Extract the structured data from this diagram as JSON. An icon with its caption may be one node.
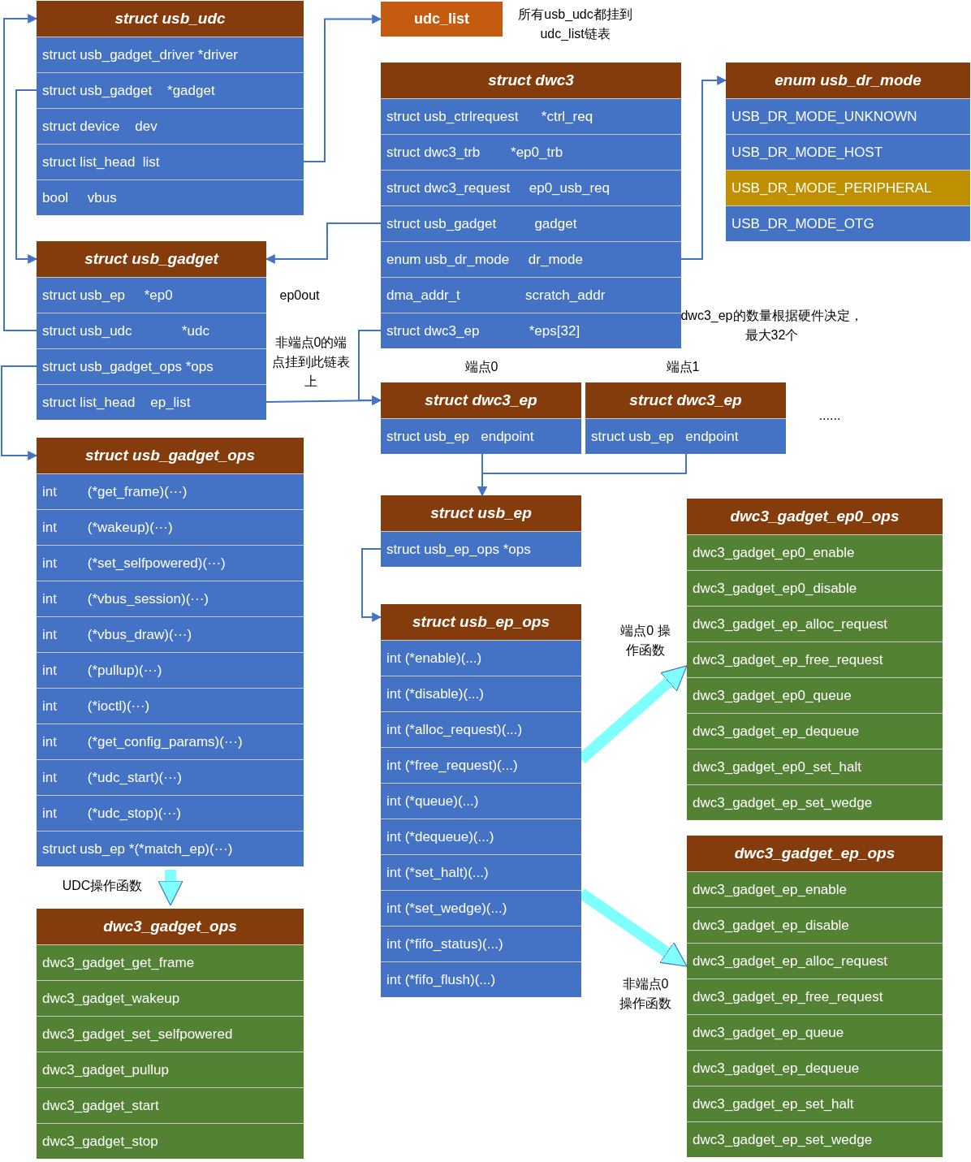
{
  "diagram": {
    "nodes": [
      {
        "text": [
          "struct usb_udc"
        ]
      },
      {
        "text": [
          "struct usb_gadget_driver *driver"
        ],
        "in": 0
      },
      {
        "text": [
          "struct usb_gadget    *gadget"
        ],
        "in": 0
      },
      {
        "text": [
          "struct device    dev"
        ],
        "in": 0
      },
      {
        "text": [
          "struct list_head  list"
        ],
        "in": 0
      },
      {
        "text": [
          "bool     vbus"
        ],
        "in": 0
      },
      {
        "text": [
          "udc_list"
        ],
        "beside": [
          "所有usb_udc都挂到udc_list链表"
        ]
      },
      {
        "text": [
          "struct dwc3"
        ]
      },
      {
        "text": [
          "struct usb_ctrlrequest      *ctrl_req"
        ],
        "in": 7
      },
      {
        "text": [
          "struct dwc3_trb        *ep0_trb"
        ],
        "in": 7
      },
      {
        "text": [
          "struct dwc3_request     ep0_usb_req"
        ],
        "in": 7
      },
      {
        "text": [
          "struct usb_gadget          gadget"
        ],
        "in": 7
      },
      {
        "text": [
          "enum usb_dr_mode     dr_mode"
        ],
        "in": 7
      },
      {
        "text": [
          "dma_addr_t                 scratch_addr"
        ],
        "in": 7
      },
      {
        "text": [
          "struct dwc3_ep             *eps[32]"
        ],
        "in": 7
      },
      {
        "text": [
          "enum usb_dr_mode"
        ]
      },
      {
        "text": [
          "USB_DR_MODE_UNKNOWN"
        ],
        "in": 15
      },
      {
        "text": [
          "USB_DR_MODE_HOST"
        ],
        "in": 15
      },
      {
        "text": [
          "USB_DR_MODE_PERIPHERAL"
        ],
        "in": 15
      },
      {
        "text": [
          "USB_DR_MODE_OTG"
        ],
        "in": 15
      },
      {
        "text": [
          "struct usb_gadget"
        ]
      },
      {
        "text": [
          "struct usb_ep     *ep0"
        ],
        "in": 20,
        "beside": [
          "ep0out"
        ]
      },
      {
        "text": [
          "struct usb_udc             *udc"
        ],
        "in": 20
      },
      {
        "text": [
          "struct usb_gadget_ops *ops"
        ],
        "in": 20
      },
      {
        "text": [
          "struct list_head    ep_list"
        ],
        "in": 20
      },
      {
        "text": [
          "struct dwc3_ep"
        ],
        "beside": [
          "端点0"
        ]
      },
      {
        "text": [
          "struct usb_ep   endpoint"
        ],
        "in": 25
      },
      {
        "text": [
          "struct dwc3_ep"
        ],
        "beside": [
          "端点1"
        ]
      },
      {
        "text": [
          "struct usb_ep   endpoint"
        ],
        "in": 27
      },
      {
        "text": [
          "struct usb_gadget_ops"
        ]
      },
      {
        "text": [
          "int        (*get_frame)(···)"
        ],
        "in": 29
      },
      {
        "text": [
          "int        (*wakeup)(···)"
        ],
        "in": 29
      },
      {
        "text": [
          "int        (*set_selfpowered)(···)"
        ],
        "in": 29
      },
      {
        "text": [
          "int        (*vbus_session)(···)"
        ],
        "in": 29
      },
      {
        "text": [
          "int        (*vbus_draw)(···)"
        ],
        "in": 29
      },
      {
        "text": [
          "int        (*pullup)(···)"
        ],
        "in": 29
      },
      {
        "text": [
          "int        (*ioctl)(···)"
        ],
        "in": 29
      },
      {
        "text": [
          "int        (*get_config_params)(···)"
        ],
        "in": 29
      },
      {
        "text": [
          "int        (*udc_start)(···)"
        ],
        "in": 29
      },
      {
        "text": [
          "int        (*udc_stop)(···)"
        ],
        "in": 29
      },
      {
        "text": [
          "struct usb_ep *(*match_ep)(···)"
        ],
        "in": 29
      },
      {
        "text": [
          "struct usb_ep"
        ]
      },
      {
        "text": [
          "struct usb_ep_ops *ops"
        ],
        "in": 41
      },
      {
        "text": [
          "dwc3_gadget_ep0_ops"
        ]
      },
      {
        "text": [
          "dwc3_gadget_ep0_enable"
        ],
        "in": 43
      },
      {
        "text": [
          "dwc3_gadget_ep0_disable"
        ],
        "in": 43
      },
      {
        "text": [
          "dwc3_gadget_ep_alloc_request"
        ],
        "in": 43
      },
      {
        "text": [
          "dwc3_gadget_ep_free_request"
        ],
        "in": 43
      },
      {
        "text": [
          "dwc3_gadget_ep0_queue"
        ],
        "in": 43
      },
      {
        "text": [
          "dwc3_gadget_ep_dequeue"
        ],
        "in": 43
      },
      {
        "text": [
          "dwc3_gadget_ep0_set_halt"
        ],
        "in": 43
      },
      {
        "text": [
          "dwc3_gadget_ep_set_wedge"
        ],
        "in": 43
      },
      {
        "text": [
          "struct usb_ep_ops"
        ]
      },
      {
        "text": [
          "int (*enable)(...)"
        ],
        "in": 52
      },
      {
        "text": [
          "int (*disable)(...)"
        ],
        "in": 52
      },
      {
        "text": [
          "int (*alloc_request)(...)"
        ],
        "in": 52
      },
      {
        "text": [
          "int (*free_request)(...)"
        ],
        "in": 52
      },
      {
        "text": [
          "int (*queue)(...)"
        ],
        "in": 52
      },
      {
        "text": [
          "int (*dequeue)(...)"
        ],
        "in": 52
      },
      {
        "text": [
          "int (*set_halt)(...)"
        ],
        "in": 52
      },
      {
        "text": [
          "int (*set_wedge)(...)"
        ],
        "in": 52
      },
      {
        "text": [
          "int (*fifo_status)(...)"
        ],
        "in": 52
      },
      {
        "text": [
          "int (*fifo_flush)(...)"
        ],
        "in": 52
      },
      {
        "text": [
          "dwc3_gadget_ep_ops"
        ]
      },
      {
        "text": [
          "dwc3_gadget_ep_enable"
        ],
        "in": 63
      },
      {
        "text": [
          "dwc3_gadget_ep_disable"
        ],
        "in": 63
      },
      {
        "text": [
          "dwc3_gadget_ep_alloc_request"
        ],
        "in": 63
      },
      {
        "text": [
          "dwc3_gadget_ep_free_request"
        ],
        "in": 63
      },
      {
        "text": [
          "dwc3_gadget_ep_queue"
        ],
        "in": 63
      },
      {
        "text": [
          "dwc3_gadget_ep_dequeue"
        ],
        "in": 63
      },
      {
        "text": [
          "dwc3_gadget_ep_set_halt"
        ],
        "in": 63
      },
      {
        "text": [
          "dwc3_gadget_ep_set_wedge"
        ],
        "in": 63
      },
      {
        "text": [
          "dwc3_gadget_ops"
        ]
      },
      {
        "text": [
          "dwc3_gadget_get_frame"
        ],
        "in": 72
      },
      {
        "text": [
          "dwc3_gadget_wakeup"
        ],
        "in": 72
      },
      {
        "text": [
          "dwc3_gadget_set_selfpowered"
        ],
        "in": 72
      },
      {
        "text": [
          "dwc3_gadget_pullup"
        ],
        "in": 72
      },
      {
        "text": [
          "dwc3_gadget_start"
        ],
        "in": 72
      },
      {
        "text": [
          "dwc3_gadget_stop"
        ],
        "in": 72
      }
    ],
    "edges": [
      {
        "from": 2,
        "to": 20,
        "arrow": "to"
      },
      {
        "from": 22,
        "to": 0,
        "arrow": "to"
      },
      {
        "from": 4,
        "to": 6,
        "arrow": "to"
      },
      {
        "from": 11,
        "to": 20,
        "arrow": "to"
      },
      {
        "from": 12,
        "to": 15,
        "arrow": "to"
      },
      {
        "from": 23,
        "to": 29,
        "arrow": "to"
      },
      {
        "from": 24,
        "to": 25,
        "arrow": "to"
      },
      {
        "from": 14,
        "to": 25,
        "arrow": "to"
      },
      {
        "from": 26,
        "to": 41,
        "arrow": "to"
      },
      {
        "from": 28,
        "to": 41,
        "arrow": "to"
      },
      {
        "from": 42,
        "to": 52,
        "arrow": "to"
      },
      {
        "from": 52,
        "to": 43,
        "arrow": "to",
        "label": "端点0 操作函数",
        "style": "thick",
        "color": "#80ffff"
      },
      {
        "from": 52,
        "to": 63,
        "arrow": "to",
        "label": "非端点0 操作函数",
        "style": "thick",
        "color": "#80ffff"
      },
      {
        "from": 29,
        "to": 72,
        "arrow": "to",
        "label": "UDC操作函数",
        "style": "thick",
        "color": "#80ffff"
      }
    ],
    "labels": [
      "非端点0的端点挂到此链表上",
      "dwc3_ep的数量根据硬件决定，最大32个",
      "......"
    ]
  }
}
